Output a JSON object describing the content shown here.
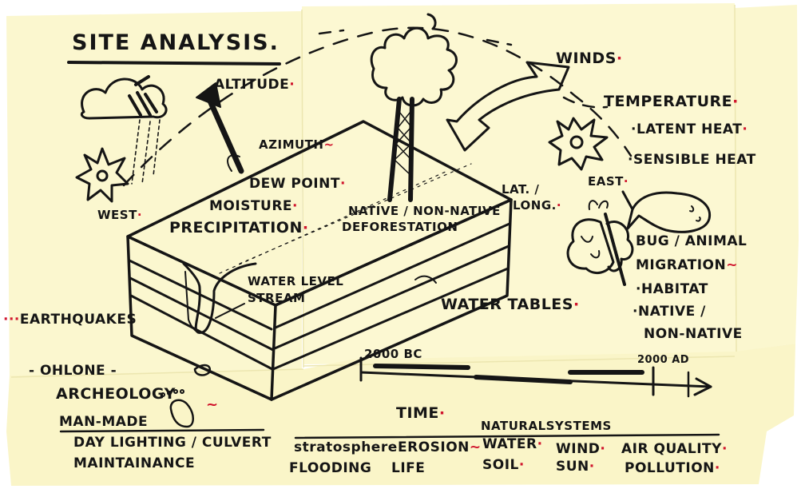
{
  "colors": {
    "paper": "#fbf7cf",
    "ink": "#151515",
    "accent_red": "#d0142c",
    "background": "#ffffff"
  },
  "title": "SITE ANALYSIS",
  "labels": {
    "altitude": "ALTITUDE",
    "azimuth": "AZIMUTH",
    "dew_point": "DEW POINT",
    "moisture": "MOISTURE",
    "precipitation": "PRECIPITATION",
    "west": "WEST",
    "winds": "WINDS",
    "temperature": "TEMPERATURE",
    "latent_heat": "LATENT HEAT",
    "sensible_heat": "SENSIBLE HEAT",
    "east": "EAST",
    "lat_long_1": "LAT. /",
    "lat_long_2": "LONG.",
    "native_nonnative_1": "NATIVE / NON-NATIVE",
    "native_nonnative_2": "DEFORESTATION",
    "water_level": "WATER LEVEL",
    "stream": "STREAM",
    "water_tables": "WATER TABLES",
    "earthquakes": "EARTHQUAKES",
    "bug_animal": "BUG / ANIMAL",
    "migration": "MIGRATION",
    "habitat": "HABITAT",
    "native": "NATIVE /",
    "non_native": "NON-NATIVE",
    "ohlone": "- OHLONE -",
    "archeology": "ARCHEOLOGY",
    "timeline_start": "2000 BC",
    "timeline_end": "2000 AD",
    "time": "TIME",
    "natural_systems": "NATURALSYSTEMS",
    "man_made": "MAN-MADE",
    "day_lighting": "DAY LIGHTING / CULVERT",
    "maintainance": "MAINTAINANCE",
    "stratosphere": "stratosphere",
    "flooding": "FLOODING",
    "erosion": "EROSION",
    "life": "LIFE",
    "water": "WATER",
    "soil": "SOIL",
    "wind": "WIND",
    "sun": "SUN",
    "air_quality": "AIR QUALITY",
    "pollution": "POLLUTION"
  },
  "icons": [
    "cloud-rain-icon",
    "sun-icon",
    "tree-icon",
    "wind-arrow-icon",
    "fish-icon",
    "butterfly-icon",
    "arrowhead-icon"
  ]
}
